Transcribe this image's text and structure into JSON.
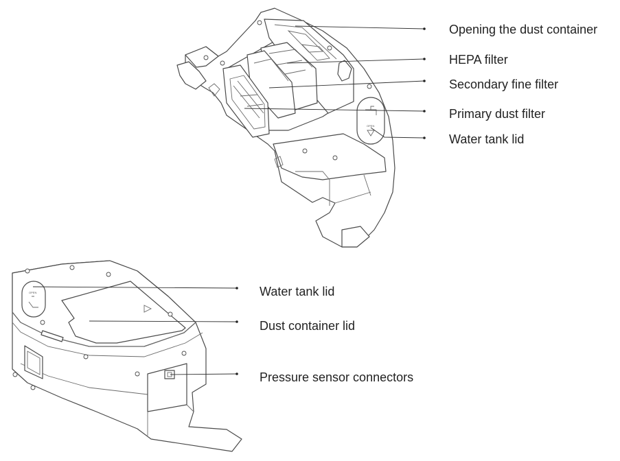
{
  "top_diagram": {
    "callouts": [
      {
        "id": "opening-dust-container",
        "label": "Opening the dust container"
      },
      {
        "id": "hepa-filter",
        "label": "HEPA filter"
      },
      {
        "id": "secondary-fine-filter",
        "label": "Secondary fine filter"
      },
      {
        "id": "primary-dust-filter",
        "label": "Primary dust filter"
      },
      {
        "id": "water-tank-lid-top",
        "label": "Water tank lid"
      }
    ]
  },
  "bottom_diagram": {
    "callouts": [
      {
        "id": "water-tank-lid-bottom",
        "label": "Water tank lid"
      },
      {
        "id": "dust-container-lid",
        "label": "Dust container lid"
      },
      {
        "id": "pressure-sensor-connectors",
        "label": "Pressure sensor connectors"
      }
    ]
  },
  "colors": {
    "line": "#4a4a4a",
    "text": "#222222",
    "background": "#ffffff"
  }
}
